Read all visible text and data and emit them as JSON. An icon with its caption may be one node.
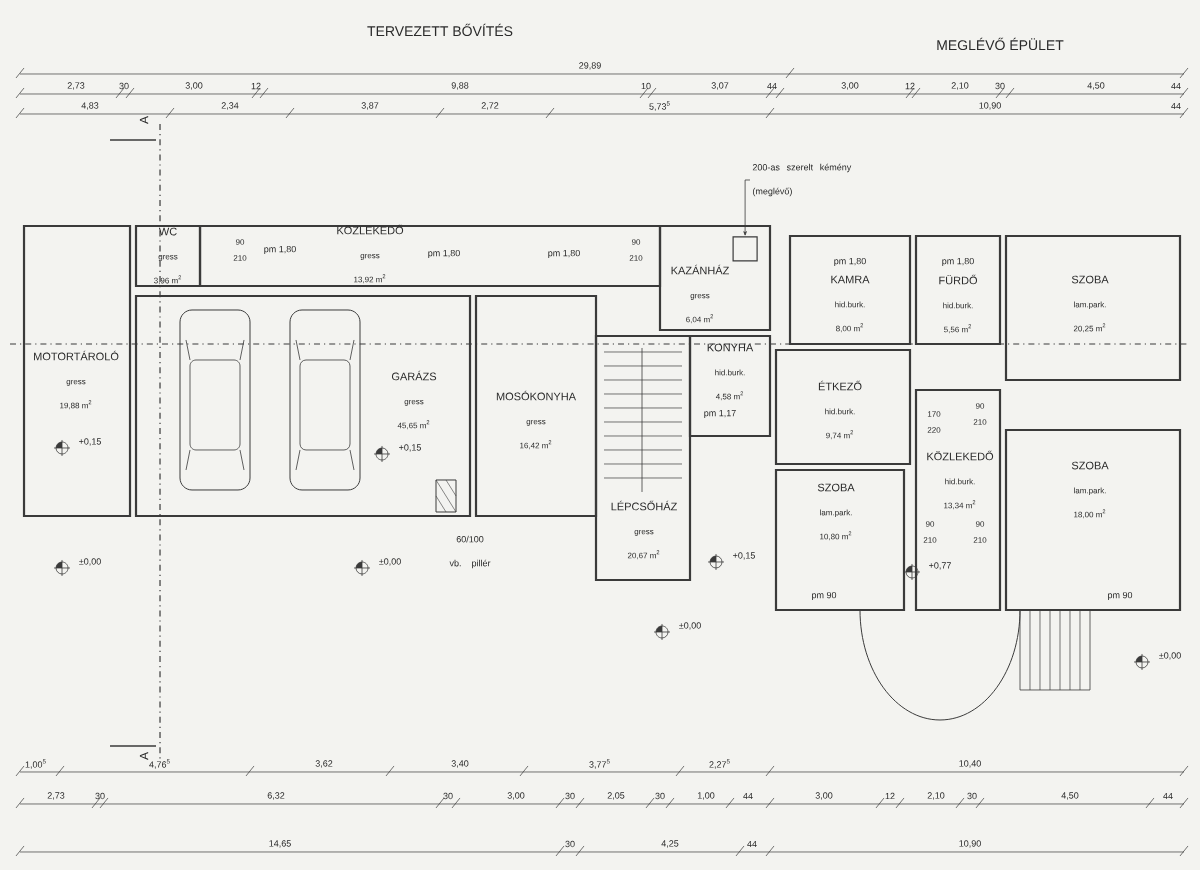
{
  "diagram": {
    "nodes": [
      {
        "text": [
          "WC",
          "gress",
          "3,96 m$^{2}$"
        ]
      },
      {
        "text": [
          "KÖZLEKEDŐ",
          "gress",
          "13,92 m$^{2}$"
        ]
      },
      {
        "text": [
          "KAZÁNHÁZ",
          "gress",
          "6,04 m$^{2}$"
        ]
      },
      {
        "text": [
          "KAMRA",
          "hid.burk.",
          "8,00 m$^{2}$"
        ]
      },
      {
        "text": [
          "FÜRDŐ",
          "hid.burk.",
          "5,56 m$^{2}$"
        ]
      },
      {
        "text": [
          "SZOBA",
          "lam.park.",
          "20,25 m$^{2}$"
        ]
      },
      {
        "text": [
          "MOTORTÁROLÓ",
          "gress",
          "19,88 m$^{2}$"
        ]
      },
      {
        "text": [
          "GARÁZS",
          "gress",
          "45,65 m$^{2}$"
        ]
      },
      {
        "text": [
          "MOSÓKONYHA",
          "gress",
          "16,42 m$^{2}$"
        ]
      },
      {
        "text": [
          "KONYHA",
          "hid.burk.",
          "4,58 m$^{2}$"
        ]
      },
      {
        "text": [
          "ÉTKEZŐ",
          "hid.burk.",
          "9,74 m$^{2}$"
        ]
      },
      {
        "text": [
          "LÉPCSŐHÁZ",
          "gress",
          "20,67 m$^{2}$"
        ]
      },
      {
        "text": [
          "SZOBA",
          "lam.park.",
          "10,80 m$^{2}$"
        ]
      },
      {
        "text": [
          "KÖZLEKEDŐ",
          "hid.burk.",
          "13,34 m$^{2}$"
        ]
      },
      {
        "text": [
          "SZOBA",
          "lam.park.",
          "18,00 m$^{2}$"
        ]
      },
      {
        "text": [
          "200-as szerelt kémény (meglévő)"
        ]
      },
      {
        "text": [],
        "shape": "box",
        "in": 2
      }
    ],
    "edges": [
      {
        "from": 15,
        "to": 16,
        "arrow": "to"
      }
    ],
    "labels": [
      "TERVEZETT BŐVÍTÉS",
      "MEGLÉVŐ ÉPÜLET",
      "29,89",
      "2,73",
      "30",
      "3,00",
      "12",
      "9,88",
      "10",
      "3,07",
      "44",
      "3,00",
      "12",
      "2,10",
      "30",
      "4,50",
      "44",
      "4,83",
      "2,34",
      "3,87",
      "2,72",
      "5,73$^{5}$",
      "10,90",
      "44",
      "1,00$^{5}$",
      "4,76$^{5}$",
      "3,62",
      "3,40",
      "3,77$^{5}$",
      "2,27$^{5}$",
      "10,40",
      "2,73",
      "30",
      "6,32",
      "30",
      "3,00",
      "30",
      "2,05",
      "30",
      "1,00",
      "44",
      "3,00",
      "12",
      "2,10",
      "30",
      "4,50",
      "44",
      "14,65",
      "30",
      "4,25",
      "44",
      "10,90",
      "A",
      "A",
      "+0,15",
      "±0,00",
      "+0,15",
      "±0,00",
      "+0,15",
      "±0,00",
      "+0,77",
      "±0,00",
      "60/100 vb. pillér",
      "pm 1,80",
      "pm 1,80",
      "pm 1,80",
      "pm 1,80",
      "pm 1,80",
      "pm 1,17",
      "90",
      "210",
      "90",
      "210",
      "170",
      "220",
      "90",
      "210",
      "90",
      "210",
      "90",
      "210",
      "pm 90",
      "pm 90"
    ]
  }
}
